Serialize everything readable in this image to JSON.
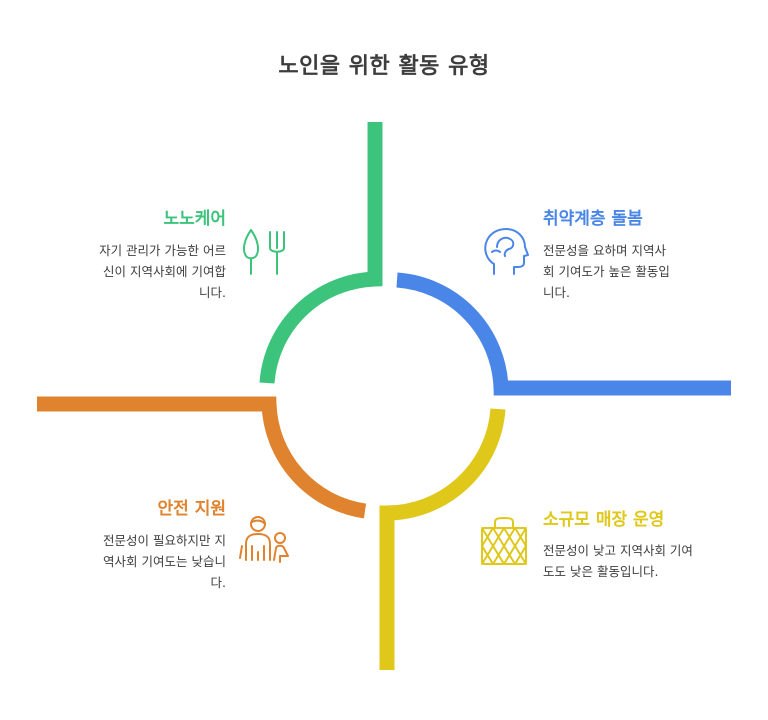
{
  "title": "노인을 위한 활동 유형",
  "quadrants": {
    "top_left": {
      "title": "노노케어",
      "desc_lines": [
        "자기 관리가 가능한 어르",
        "신이 지역사회에 기여합",
        "니다."
      ],
      "color": "#3cc47c",
      "icon": "gardening-tools-icon"
    },
    "top_right": {
      "title": "취약계층 돌봄",
      "desc_lines": [
        "전문성을 요하며 지역사",
        "회 기여도가 높은 활동입",
        "니다."
      ],
      "color": "#4a86e8",
      "icon": "head-profile-icon"
    },
    "bottom_left": {
      "title": "안전 지원",
      "desc_lines": [
        "전문성이 필요하지만 지",
        "역사회 기여도는 낮습니",
        "다."
      ],
      "color": "#e0832f",
      "icon": "family-icon"
    },
    "bottom_right": {
      "title": "소규모 매장 운영",
      "desc_lines": [
        "전문성이 낮고 지역사회 기여",
        "도도 낮은 활동입니다."
      ],
      "color": "#dfc81a",
      "icon": "shopping-bag-icon"
    }
  }
}
